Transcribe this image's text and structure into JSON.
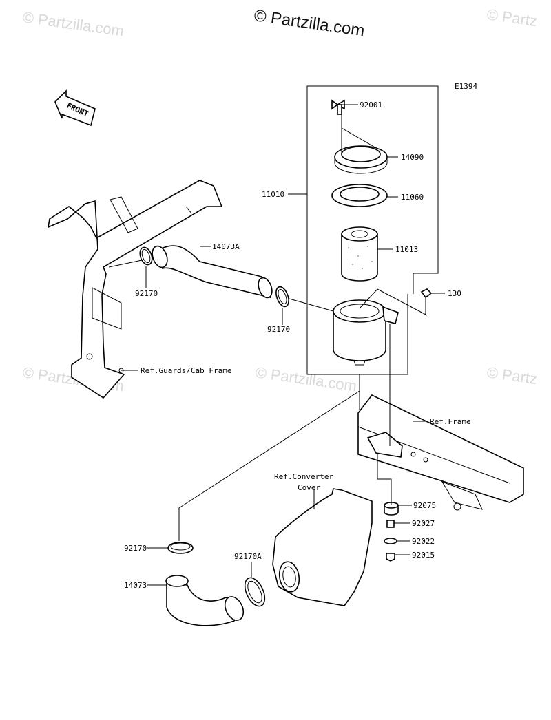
{
  "watermarks": {
    "main": "© Partzilla.com",
    "ghost_top_left": "© Partzilla.com",
    "ghost_top_right": "© Partz",
    "ghost_mid_left": "© Partzilla.com",
    "ghost_mid_center": "© Partzilla.com",
    "ghost_mid_right": "© Partz"
  },
  "diagram_code": "E1394",
  "front_arrow_text": "FRONT",
  "callouts": {
    "p92001": "92001",
    "p14090": "14090",
    "p11010": "11010",
    "p11060": "11060",
    "p11013": "11013",
    "p14073A": "14073A",
    "p92170_a": "92170",
    "p92170_b": "92170",
    "p130": "130",
    "ref_guards": "Ref.Guards/Cab Frame",
    "ref_frame": "Ref.Frame",
    "ref_converter_1": "Ref.Converter",
    "ref_converter_2": "Cover",
    "p92075": "92075",
    "p92027": "92027",
    "p92022": "92022",
    "p92015": "92015",
    "p92170_c": "92170",
    "p92170A": "92170A",
    "p14073": "14073"
  }
}
